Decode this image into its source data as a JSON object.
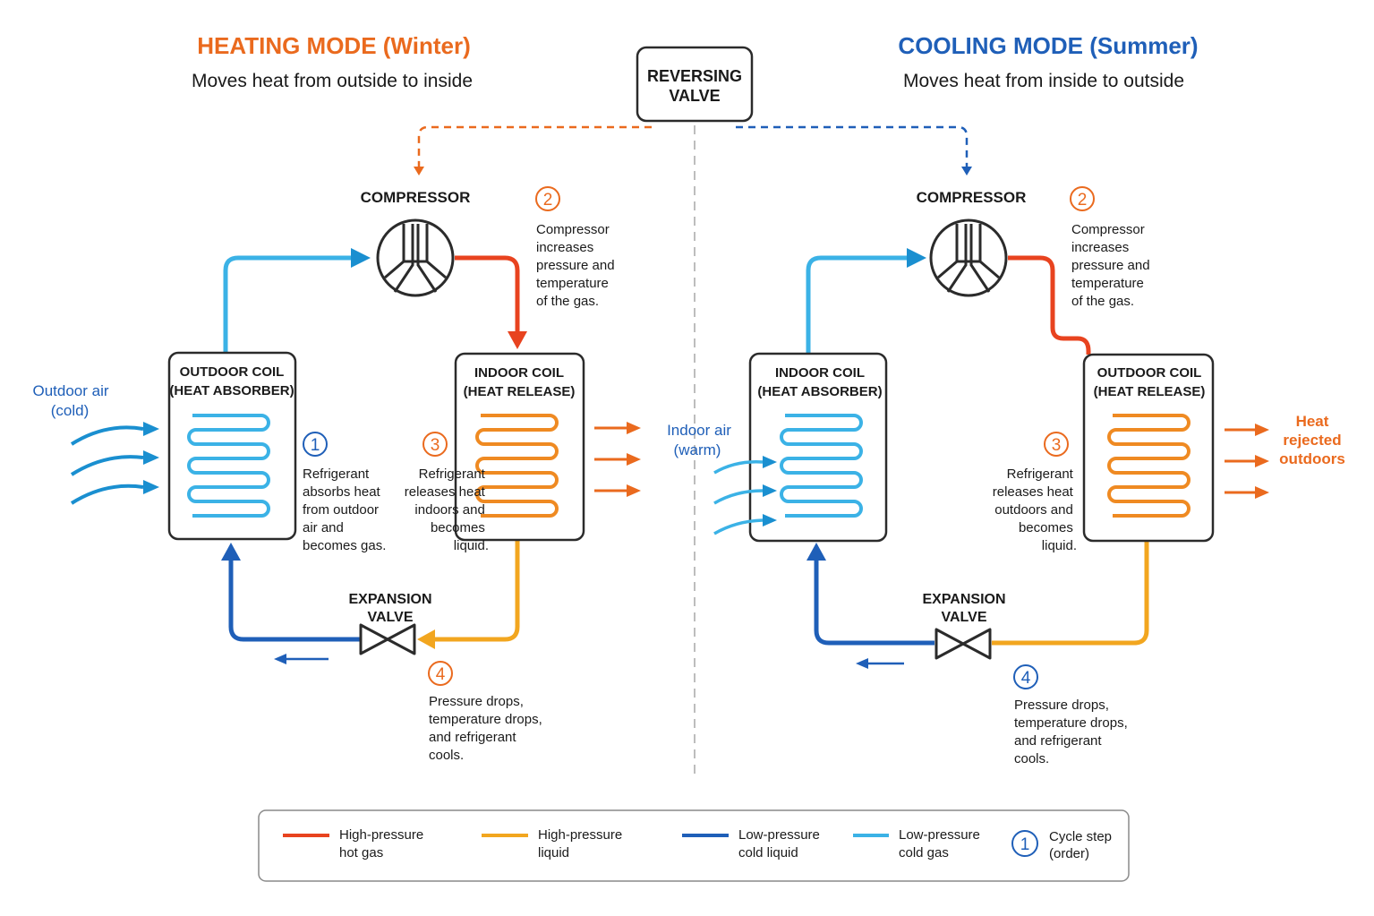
{
  "colors": {
    "hot_gas": "#e8431f",
    "hot_liquid": "#f2a61f",
    "cold_liquid": "#1f5fb8",
    "cold_gas": "#3bb2e6",
    "accent_orange": "#ea6a1e",
    "accent_blue": "#1f5fb8",
    "outline": "#2b2b2b"
  },
  "reversing_valve": {
    "line1": "REVERSING",
    "line2": "VALVE"
  },
  "heating": {
    "title": "HEATING MODE (Winter)",
    "subtitle": "Moves heat from outside to inside",
    "compressor_label": "COMPRESSOR",
    "step2": {
      "num": "2",
      "lines": [
        "Compressor",
        "increases",
        "pressure and",
        "temperature",
        "of the gas."
      ]
    },
    "coil_left": {
      "line1": "OUTDOOR COIL",
      "line2": "(HEAT ABSORBER)"
    },
    "coil_right": {
      "line1": "INDOOR COIL",
      "line2": "(HEAT RELEASE)"
    },
    "air_label": {
      "line1": "Outdoor air",
      "line2": "(cold)"
    },
    "step1": {
      "num": "1",
      "lines": [
        "Refrigerant",
        "absorbs heat",
        "from outdoor",
        "air and",
        "becomes gas."
      ]
    },
    "step3": {
      "num": "3",
      "lines": [
        "Refrigerant",
        "releases heat",
        "indoors and",
        "becomes",
        "liquid."
      ]
    },
    "expansion": {
      "line1": "EXPANSION",
      "line2": "VALVE"
    },
    "step4": {
      "num": "4",
      "lines": [
        "Pressure drops,",
        "temperature drops,",
        "and refrigerant",
        "cools."
      ]
    }
  },
  "cooling": {
    "title": "COOLING MODE (Summer)",
    "subtitle": "Moves heat from inside to outside",
    "compressor_label": "COMPRESSOR",
    "step2": {
      "num": "2",
      "lines": [
        "Compressor",
        "increases",
        "pressure and",
        "temperature",
        "of the gas."
      ]
    },
    "coil_left": {
      "line1": "INDOOR COIL",
      "line2": "(HEAT ABSORBER)"
    },
    "coil_right": {
      "line1": "OUTDOOR COIL",
      "line2": "(HEAT RELEASE)"
    },
    "air_label": {
      "line1": "Indoor air",
      "line2": "(warm)"
    },
    "heat_label": {
      "line1": "Heat",
      "line2": "rejected",
      "line3": "outdoors"
    },
    "step3": {
      "num": "3",
      "lines": [
        "Refrigerant",
        "releases heat",
        "outdoors and",
        "becomes",
        "liquid."
      ]
    },
    "expansion": {
      "line1": "EXPANSION",
      "line2": "VALVE"
    },
    "step4": {
      "num": "4",
      "lines": [
        "Pressure drops,",
        "temperature drops,",
        "and refrigerant",
        "cools."
      ]
    }
  },
  "legend": {
    "items": [
      {
        "line1": "High-pressure",
        "line2": "hot gas"
      },
      {
        "line1": "High-pressure",
        "line2": "liquid"
      },
      {
        "line1": "Low-pressure",
        "line2": "cold liquid"
      },
      {
        "line1": "Low-pressure",
        "line2": "cold gas"
      }
    ],
    "step_symbol": "1",
    "step_line1": "Cycle step",
    "step_line2": "(order)"
  }
}
